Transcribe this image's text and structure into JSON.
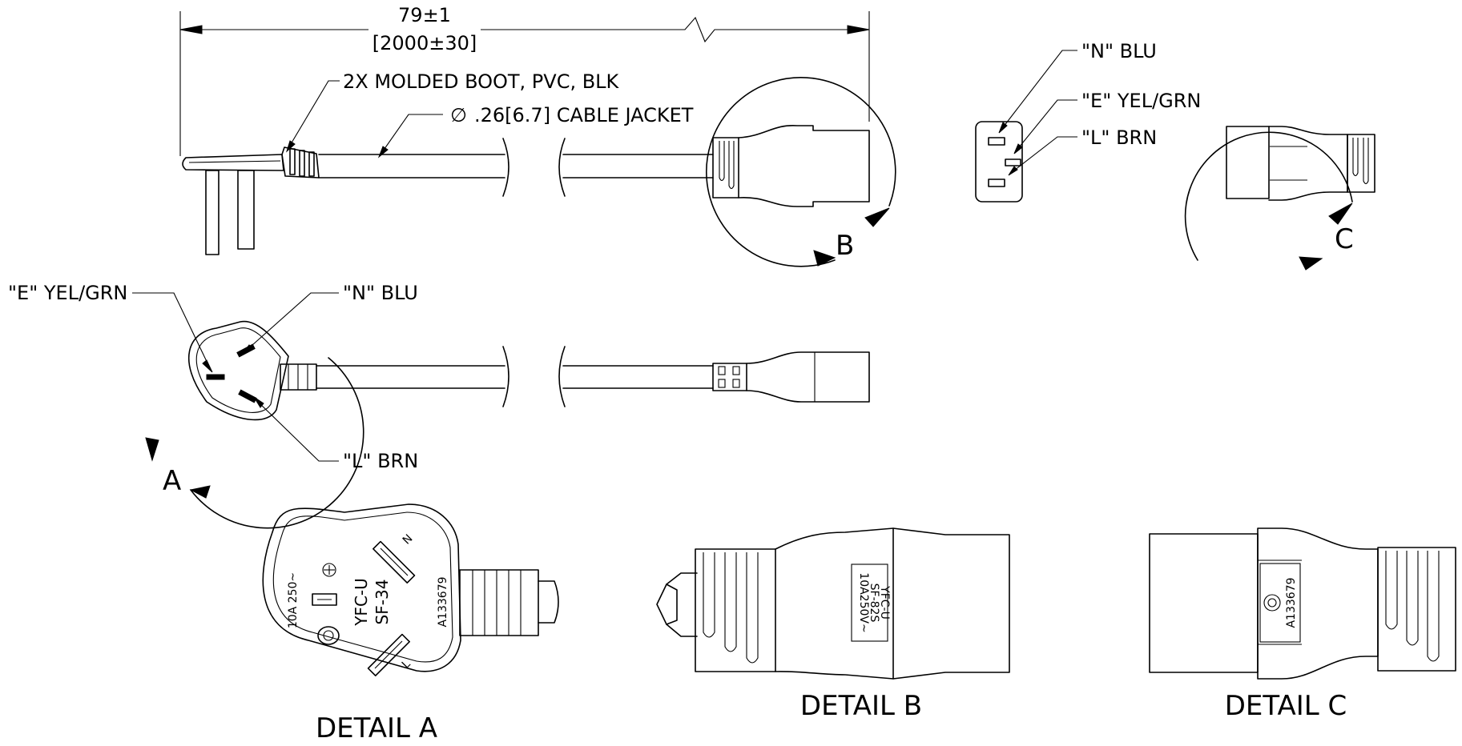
{
  "dimension": {
    "inch": "79±1",
    "mm": "[2000±30]"
  },
  "callouts": {
    "boot": "2X MOLDED BOOT, PVC, BLK",
    "jacket_symbol": "∅",
    "jacket": ".26[6.7] CABLE JACKET",
    "c13_neutral": "\"N\" BLU",
    "c13_earth": "\"E\" YEL/GRN",
    "c13_line": "\"L\" BRN",
    "plug_earth": "\"E\" YEL/GRN",
    "plug_neutral": "\"N\" BLU",
    "plug_line": "\"L\" BRN"
  },
  "view_letters": {
    "a": "A",
    "b": "B",
    "c": "C"
  },
  "detail_titles": {
    "a": "DETAIL A",
    "b": "DETAIL B",
    "c": "DETAIL C"
  },
  "markings": {
    "plug_rating": "10A 250~",
    "plug_brand": "YFC-U",
    "plug_model": "SF-34",
    "plug_code": "A133679",
    "plug_pin_n": "N",
    "plug_pin_l": "L",
    "c13_brand": "YFC-U",
    "c13_model": "SF-82S",
    "c13_rating": "10A250V~",
    "c13_code": "A133679"
  },
  "colors": {
    "line": "#000000",
    "background": "#ffffff"
  }
}
